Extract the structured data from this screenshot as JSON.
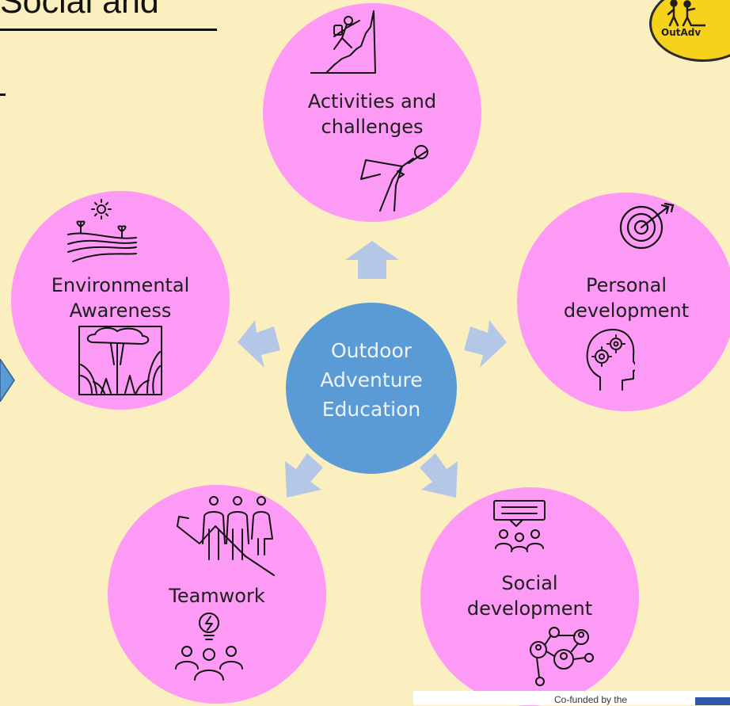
{
  "header": {
    "title": "Social and"
  },
  "logo": {
    "text": "OutAdv"
  },
  "diagram": {
    "center": {
      "label": "Outdoor\nAdventure\nEducation",
      "color": "#5b9bd5"
    },
    "nodes": [
      {
        "id": "activities",
        "label": "Activities and\nchallenges",
        "icons": [
          "climber-icon",
          "superhero-icon"
        ]
      },
      {
        "id": "personal",
        "label": "Personal\ndevelopment",
        "icons": [
          "target-icon",
          "head-gears-icon"
        ]
      },
      {
        "id": "social",
        "label": "Social\ndevelopment",
        "icons": [
          "chat-group-icon",
          "network-icon"
        ]
      },
      {
        "id": "teamwork",
        "label": "Teamwork",
        "icons": [
          "team-growth-icon",
          "idea-team-icon"
        ]
      },
      {
        "id": "environmental",
        "label": "Environmental\nAwareness",
        "icons": [
          "landscape-icon",
          "forest-icon"
        ]
      }
    ],
    "node_color": "#fd9af6",
    "arrow_color": "#b4c7e7"
  },
  "footer": {
    "text": "Co-funded by the"
  }
}
